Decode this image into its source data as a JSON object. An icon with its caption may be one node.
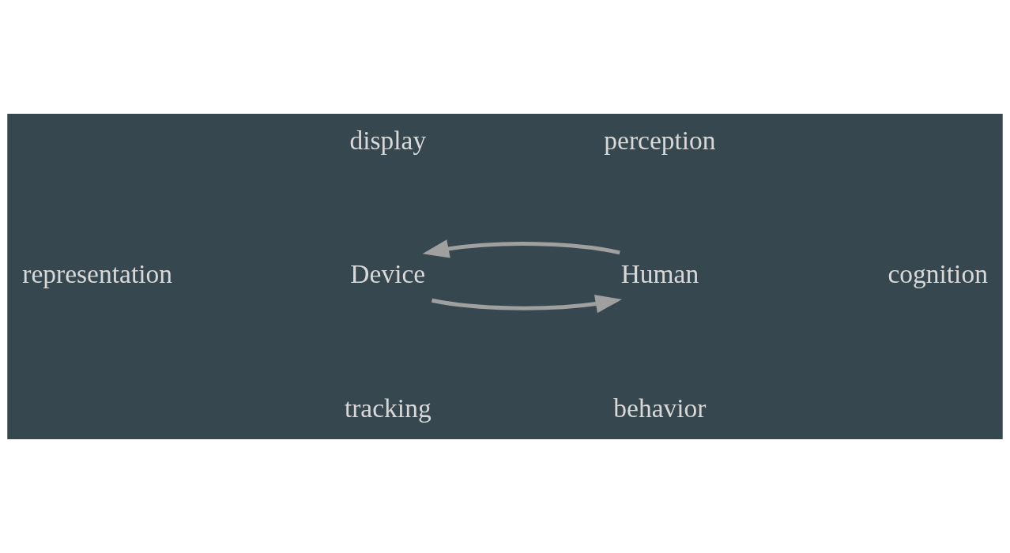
{
  "diagram": {
    "nodes": [
      {
        "text": [
          "Device"
        ]
      },
      {
        "text": [
          "Human"
        ]
      }
    ],
    "edges": [
      {
        "from": 0,
        "to": 1,
        "arrow": "to"
      },
      {
        "from": 1,
        "to": 0,
        "arrow": "to"
      }
    ],
    "labels": [
      "display",
      "perception",
      "representation",
      "cognition",
      "tracking",
      "behavior"
    ]
  }
}
